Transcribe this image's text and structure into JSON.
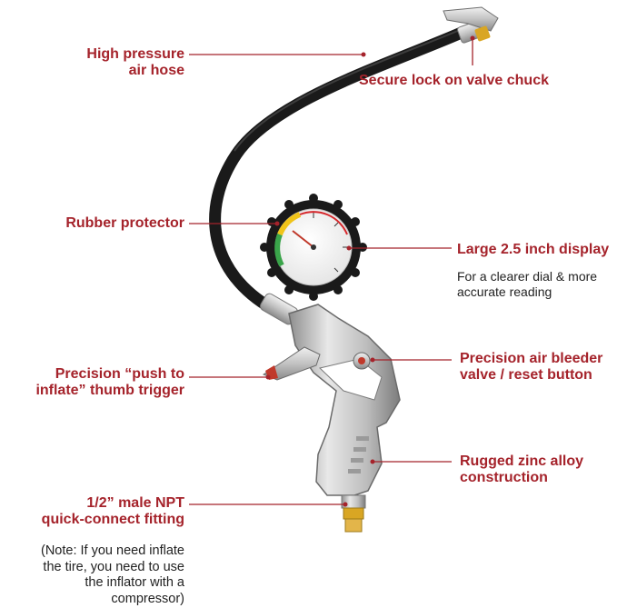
{
  "labels": {
    "hose_line1": "High pressure",
    "hose_line2": "air hose",
    "chuck": "Secure lock on valve chuck",
    "protector": "Rubber protector",
    "display": "Large 2.5 inch display",
    "display_note_line1": "For a clearer dial & more",
    "display_note_line2": "accurate reading",
    "bleeder_line1": "Precision air bleeder",
    "bleeder_line2": "valve / reset button",
    "trigger_line1": "Precision “push to",
    "trigger_line2": "inflate” thumb trigger",
    "zinc_line1": "Rugged zinc alloy",
    "zinc_line2": "construction",
    "npt_line1": "1/2” male NPT",
    "npt_line2": "quick-connect fitting",
    "note_line1": "(Note: If you need inflate",
    "note_line2": "the tire, you need to use",
    "note_line3": "the inflator with a",
    "note_line4": "compressor)"
  },
  "colors": {
    "label": "#a5232b",
    "leader": "#a5232b",
    "hose": "#1a1a1a",
    "metal": "#c8c8c8",
    "gauge_green": "#3aa44a",
    "gauge_yellow": "#f0c419",
    "gauge_red": "#d6282c"
  }
}
